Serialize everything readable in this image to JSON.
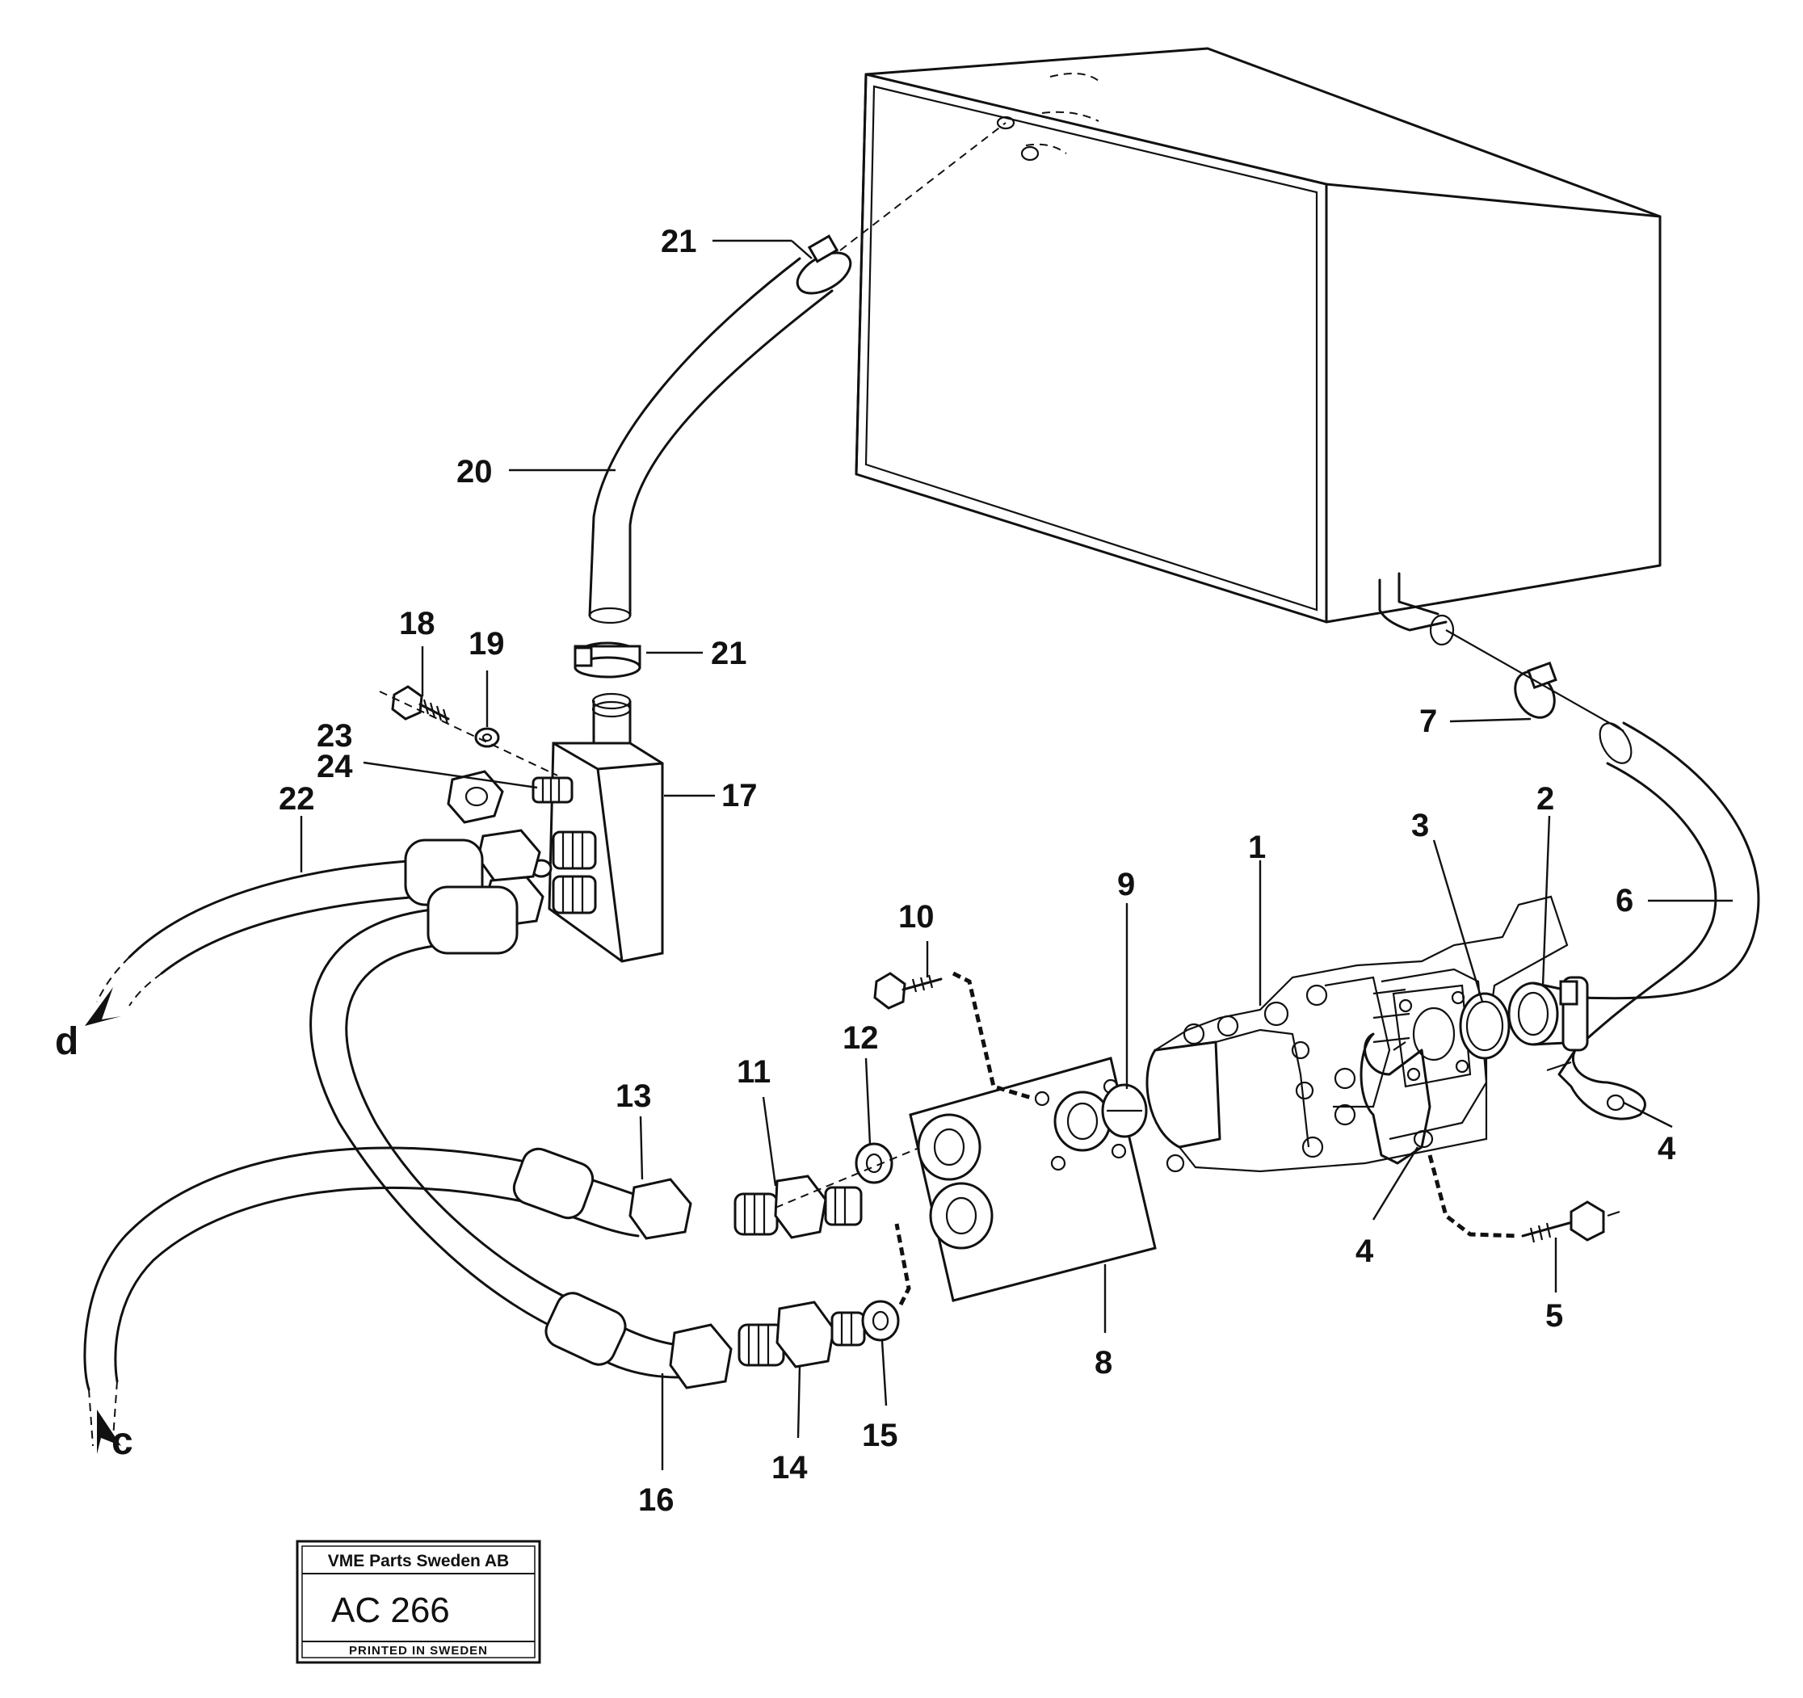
{
  "diagram": {
    "callouts": [
      {
        "id": "c1",
        "label": "1"
      },
      {
        "id": "c2",
        "label": "2"
      },
      {
        "id": "c3",
        "label": "3"
      },
      {
        "id": "c4a",
        "label": "4"
      },
      {
        "id": "c4b",
        "label": "4"
      },
      {
        "id": "c5",
        "label": "5"
      },
      {
        "id": "c6",
        "label": "6"
      },
      {
        "id": "c7",
        "label": "7"
      },
      {
        "id": "c8",
        "label": "8"
      },
      {
        "id": "c9",
        "label": "9"
      },
      {
        "id": "c10",
        "label": "10"
      },
      {
        "id": "c11",
        "label": "11"
      },
      {
        "id": "c12",
        "label": "12"
      },
      {
        "id": "c13",
        "label": "13"
      },
      {
        "id": "c14",
        "label": "14"
      },
      {
        "id": "c15",
        "label": "15"
      },
      {
        "id": "c16",
        "label": "16"
      },
      {
        "id": "c17",
        "label": "17"
      },
      {
        "id": "c18",
        "label": "18"
      },
      {
        "id": "c19",
        "label": "19"
      },
      {
        "id": "c20",
        "label": "20"
      },
      {
        "id": "c21a",
        "label": "21"
      },
      {
        "id": "c21b",
        "label": "21"
      },
      {
        "id": "c22",
        "label": "22"
      },
      {
        "id": "c23",
        "label": "23"
      },
      {
        "id": "c24",
        "label": "24"
      }
    ],
    "arrows": [
      {
        "id": "d",
        "label": "d"
      },
      {
        "id": "c",
        "label": "c"
      }
    ]
  },
  "stamp": {
    "company": "VME Parts Sweden AB",
    "code": "AC 266",
    "footer": "PRINTED IN SWEDEN"
  }
}
